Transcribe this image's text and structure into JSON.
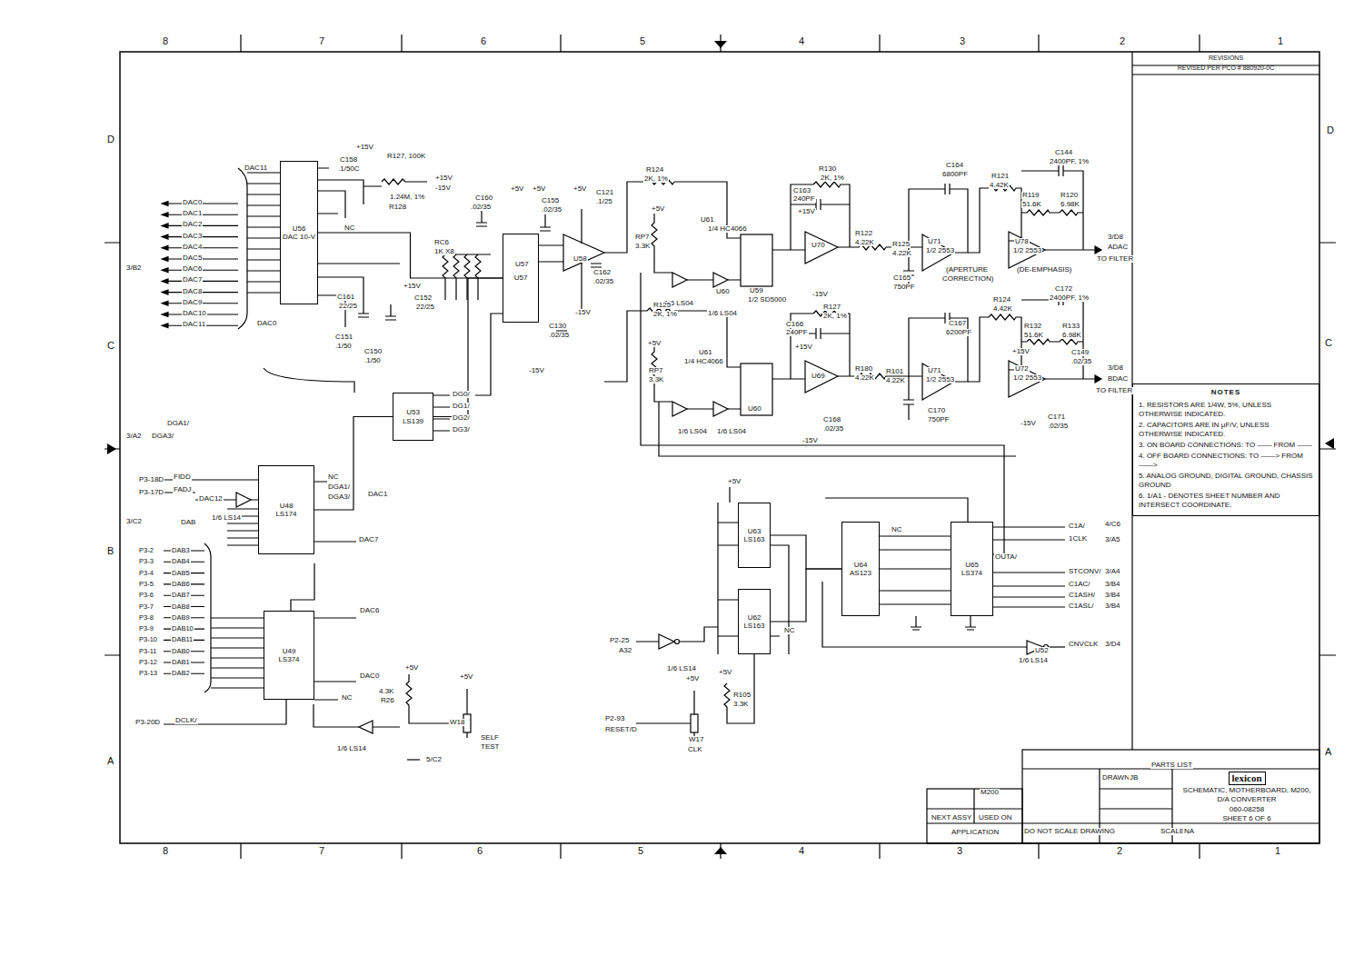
{
  "diagram": {
    "nodes": [
      {
        "text": [
          "U56",
          "DAC 10-V"
        ]
      },
      {
        "text": [
          "U53",
          "LS139"
        ]
      },
      {
        "text": [
          "U48",
          "LS174"
        ]
      },
      {
        "text": [
          "U49",
          "LS374"
        ]
      },
      {
        "text": [
          "U57"
        ]
      },
      {
        "text": [
          "U63",
          "LS163"
        ]
      },
      {
        "text": [
          "U62",
          "LS163"
        ]
      },
      {
        "text": [
          "U64",
          "AS123"
        ]
      },
      {
        "text": [
          "U65",
          "LS374"
        ]
      },
      {
        "text": [
          "REVISIONS",
          "REVISED PER PCO # 880920-0C"
        ]
      },
      {
        "text": [
          "NOTES",
          "1. RESISTORS ARE 1/4W, 5%, UNLESS OTHERWISE INDICATED.",
          "2. CAPACITORS ARE IN μF/V, UNLESS OTHERWISE INDICATED.",
          "3. ON BOARD CONNECTIONS: TO —— FROM ——",
          "4. OFF BOARD CONNECTIONS: TO ——> FROM ——>",
          "5. ANALOG GROUND, DIGITAL GROUND, CHASSIS GROUND",
          "6. 1/A1 - DENOTES SHEET NUMBER AND INTERSECT COORDINATE."
        ]
      },
      {
        "text": [
          "lexicon",
          "SCHEMATIC, MOTHERBOARD, M200, D/A CONVERTER",
          "060-08258",
          "SHEET 6 OF 6"
        ]
      }
    ],
    "edges": [
      {
        "from": 0,
        "to": 4,
        "arrow": "none"
      },
      {
        "from": 1,
        "to": 4,
        "arrow": "none"
      },
      {
        "from": 2,
        "to": 1,
        "arrow": "none"
      },
      {
        "from": 5,
        "to": 7,
        "arrow": "none"
      },
      {
        "from": 6,
        "to": 7,
        "arrow": "none"
      },
      {
        "from": 7,
        "to": 8,
        "arrow": "none"
      }
    ],
    "labels": [
      "8",
      "7",
      "6",
      "5",
      "4",
      "3",
      "2",
      "1",
      "8",
      "7",
      "6",
      "5",
      "4",
      "3",
      "2",
      "1",
      "D",
      "C",
      "B",
      "A",
      "D",
      "C",
      "A",
      "DAC0",
      "DAC1",
      "DAC2",
      "DAC3",
      "DAC4",
      "DAC5",
      "DAC6",
      "DAC7",
      "DAC8",
      "DAC9",
      "DAC10",
      "DAC11",
      "P3-2",
      "P3-3",
      "P3-4",
      "P3-5",
      "P3-6",
      "P3-7",
      "P3-8",
      "P3-9",
      "P3-10",
      "P3-11",
      "P3-12",
      "P3-13",
      "DAB3",
      "DAB4",
      "DAB5",
      "DAB6",
      "DAB7",
      "DAB8",
      "DAB9",
      "DAB10",
      "DAB11",
      "DAB0",
      "DAB1",
      "DAB2",
      "3/B2",
      "DAC11",
      "DAC0",
      "+15V",
      "C158",
      ".1/50C",
      "R127, 100K",
      "+15V",
      "-15V",
      "1.24M, 1%",
      "R128",
      "NC",
      "C161",
      "22/25",
      "C151",
      ".1/50",
      "C150",
      ".1/50",
      "+15V",
      "C152",
      "22/25",
      "RC6",
      "1K X8",
      "C160",
      ".02/35",
      "C155",
      ".02/35",
      "+5V",
      "+5V",
      "+5V",
      "C121",
      ".1/25",
      "U57",
      "U58",
      "C162",
      ".02/35",
      "-15V",
      "C130",
      ".02/35",
      "-15V",
      "R124",
      "2K, 1%",
      "+5V",
      "RP7",
      "3.3K",
      "U61",
      "1/4 HC4066",
      "1/6 LS04",
      "U60",
      "1/6 LS04",
      "U59",
      "1/2 SD5000",
      "R130",
      "2K, 1%",
      "C163",
      "240PF",
      "+15V",
      "U70",
      "R122",
      "4.22K",
      "C164",
      "6800PF",
      "R121",
      "4.42K",
      "C144",
      "2400PF, 1%",
      "R119",
      "51.6K",
      "R120",
      "6.98K",
      "R125",
      "4.22K",
      "U71",
      "1/2 2553",
      "(APERTURE",
      "CORRECTION)",
      "C165",
      "750PF",
      "U78",
      "1/2 2553",
      "(DE-EMPHASIS)",
      "3/D8",
      "ADAC",
      "TO FILTER",
      "R125",
      "2K, 1%",
      "+5V",
      "U61",
      "1/4 HC4066",
      "RP7",
      "3.3K",
      "1/6 LS04",
      "1/6 LS04",
      "U60",
      "C166",
      "240PF",
      "R127",
      "2K, 1%",
      "-15V",
      "+15V",
      "U69",
      "R180",
      "4.22K",
      "C168",
      ".02/35",
      "-15V",
      "C167",
      "6200PF",
      "R124",
      "4.42K",
      "C172",
      "2400PF, 1%",
      "R132",
      "51.6K",
      "R133",
      "6.98K",
      "+15V",
      "C149",
      ".02/35",
      "R101",
      "4.22K",
      "U71",
      "1/2 2553",
      "C170",
      "750PF",
      "U72",
      "1/2 2553",
      "3/D8",
      "BDAC",
      "TO FILTER",
      "-15V",
      "C171",
      ".02/35",
      "DG0/",
      "DG1/",
      "DG2/",
      "DG3/",
      "DGA1/",
      "3/A2",
      "DGA3/",
      "P3-18D",
      "P3-17D",
      "FIDD",
      "FADJ",
      "DAC12",
      "1/6 LS14",
      "NC",
      "DGA1/",
      "DGA3/",
      "DAC1",
      "DAC7",
      "3/C2",
      "DAB",
      "DAC6",
      "DAC0",
      "NC",
      "P3-20D",
      "DCLK/",
      "1/6 LS14",
      "+5V",
      "4.3K",
      "R26",
      "+5V",
      "W18",
      "SELF",
      "TEST",
      "5/C2",
      "P2-25",
      "A32",
      "1/6 LS14",
      "+5V",
      "+5V",
      "R105",
      "3.3K",
      "P2-93",
      "RESET/D",
      "W17",
      "CLK",
      "+5V",
      "NC",
      "NC",
      "C1A/",
      "1CLK",
      "4/C6",
      "3/A5",
      "OUTA/",
      "STCONV/",
      "C1AC/",
      "C1ASH/",
      "C1ASL/",
      "3/A4",
      "3/B4",
      "3/B4",
      "3/B4",
      "U52",
      "1/6 LS14",
      "CNVCLK",
      "3/D4",
      "M200",
      "NEXT ASSY",
      "USED ON",
      "APPLICATION",
      "DO NOT SCALE DRAWING",
      "PARTS LIST",
      "DRAWN",
      "JB",
      "SCALE",
      "NA"
    ]
  }
}
